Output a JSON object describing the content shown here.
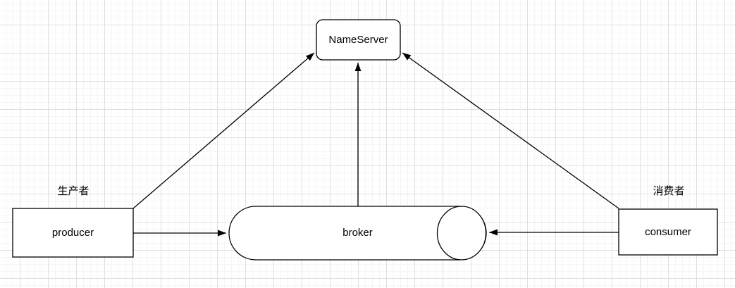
{
  "diagram": {
    "type": "architecture-diagram",
    "nodes": {
      "nameserver": {
        "label": "NameServer",
        "shape": "rounded-rectangle"
      },
      "producer": {
        "label": "producer",
        "shape": "rectangle"
      },
      "broker": {
        "label": "broker",
        "shape": "horizontal-cylinder"
      },
      "consumer": {
        "label": "consumer",
        "shape": "rectangle"
      }
    },
    "captions": {
      "producer_tag": "生产者",
      "consumer_tag": "消费者"
    },
    "edges": [
      {
        "from": "producer",
        "to": "nameserver",
        "arrow": "end"
      },
      {
        "from": "broker",
        "to": "nameserver",
        "arrow": "end"
      },
      {
        "from": "consumer",
        "to": "nameserver",
        "arrow": "end"
      },
      {
        "from": "producer",
        "to": "broker",
        "arrow": "end"
      },
      {
        "from": "consumer",
        "to": "broker",
        "arrow": "end"
      }
    ],
    "colors": {
      "background": "#ffffff",
      "grid_minor": "#f5f5f5",
      "grid_major": "#e0e0e0",
      "node_fill": "#ffffff",
      "stroke": "#000000",
      "text": "#000000"
    }
  }
}
